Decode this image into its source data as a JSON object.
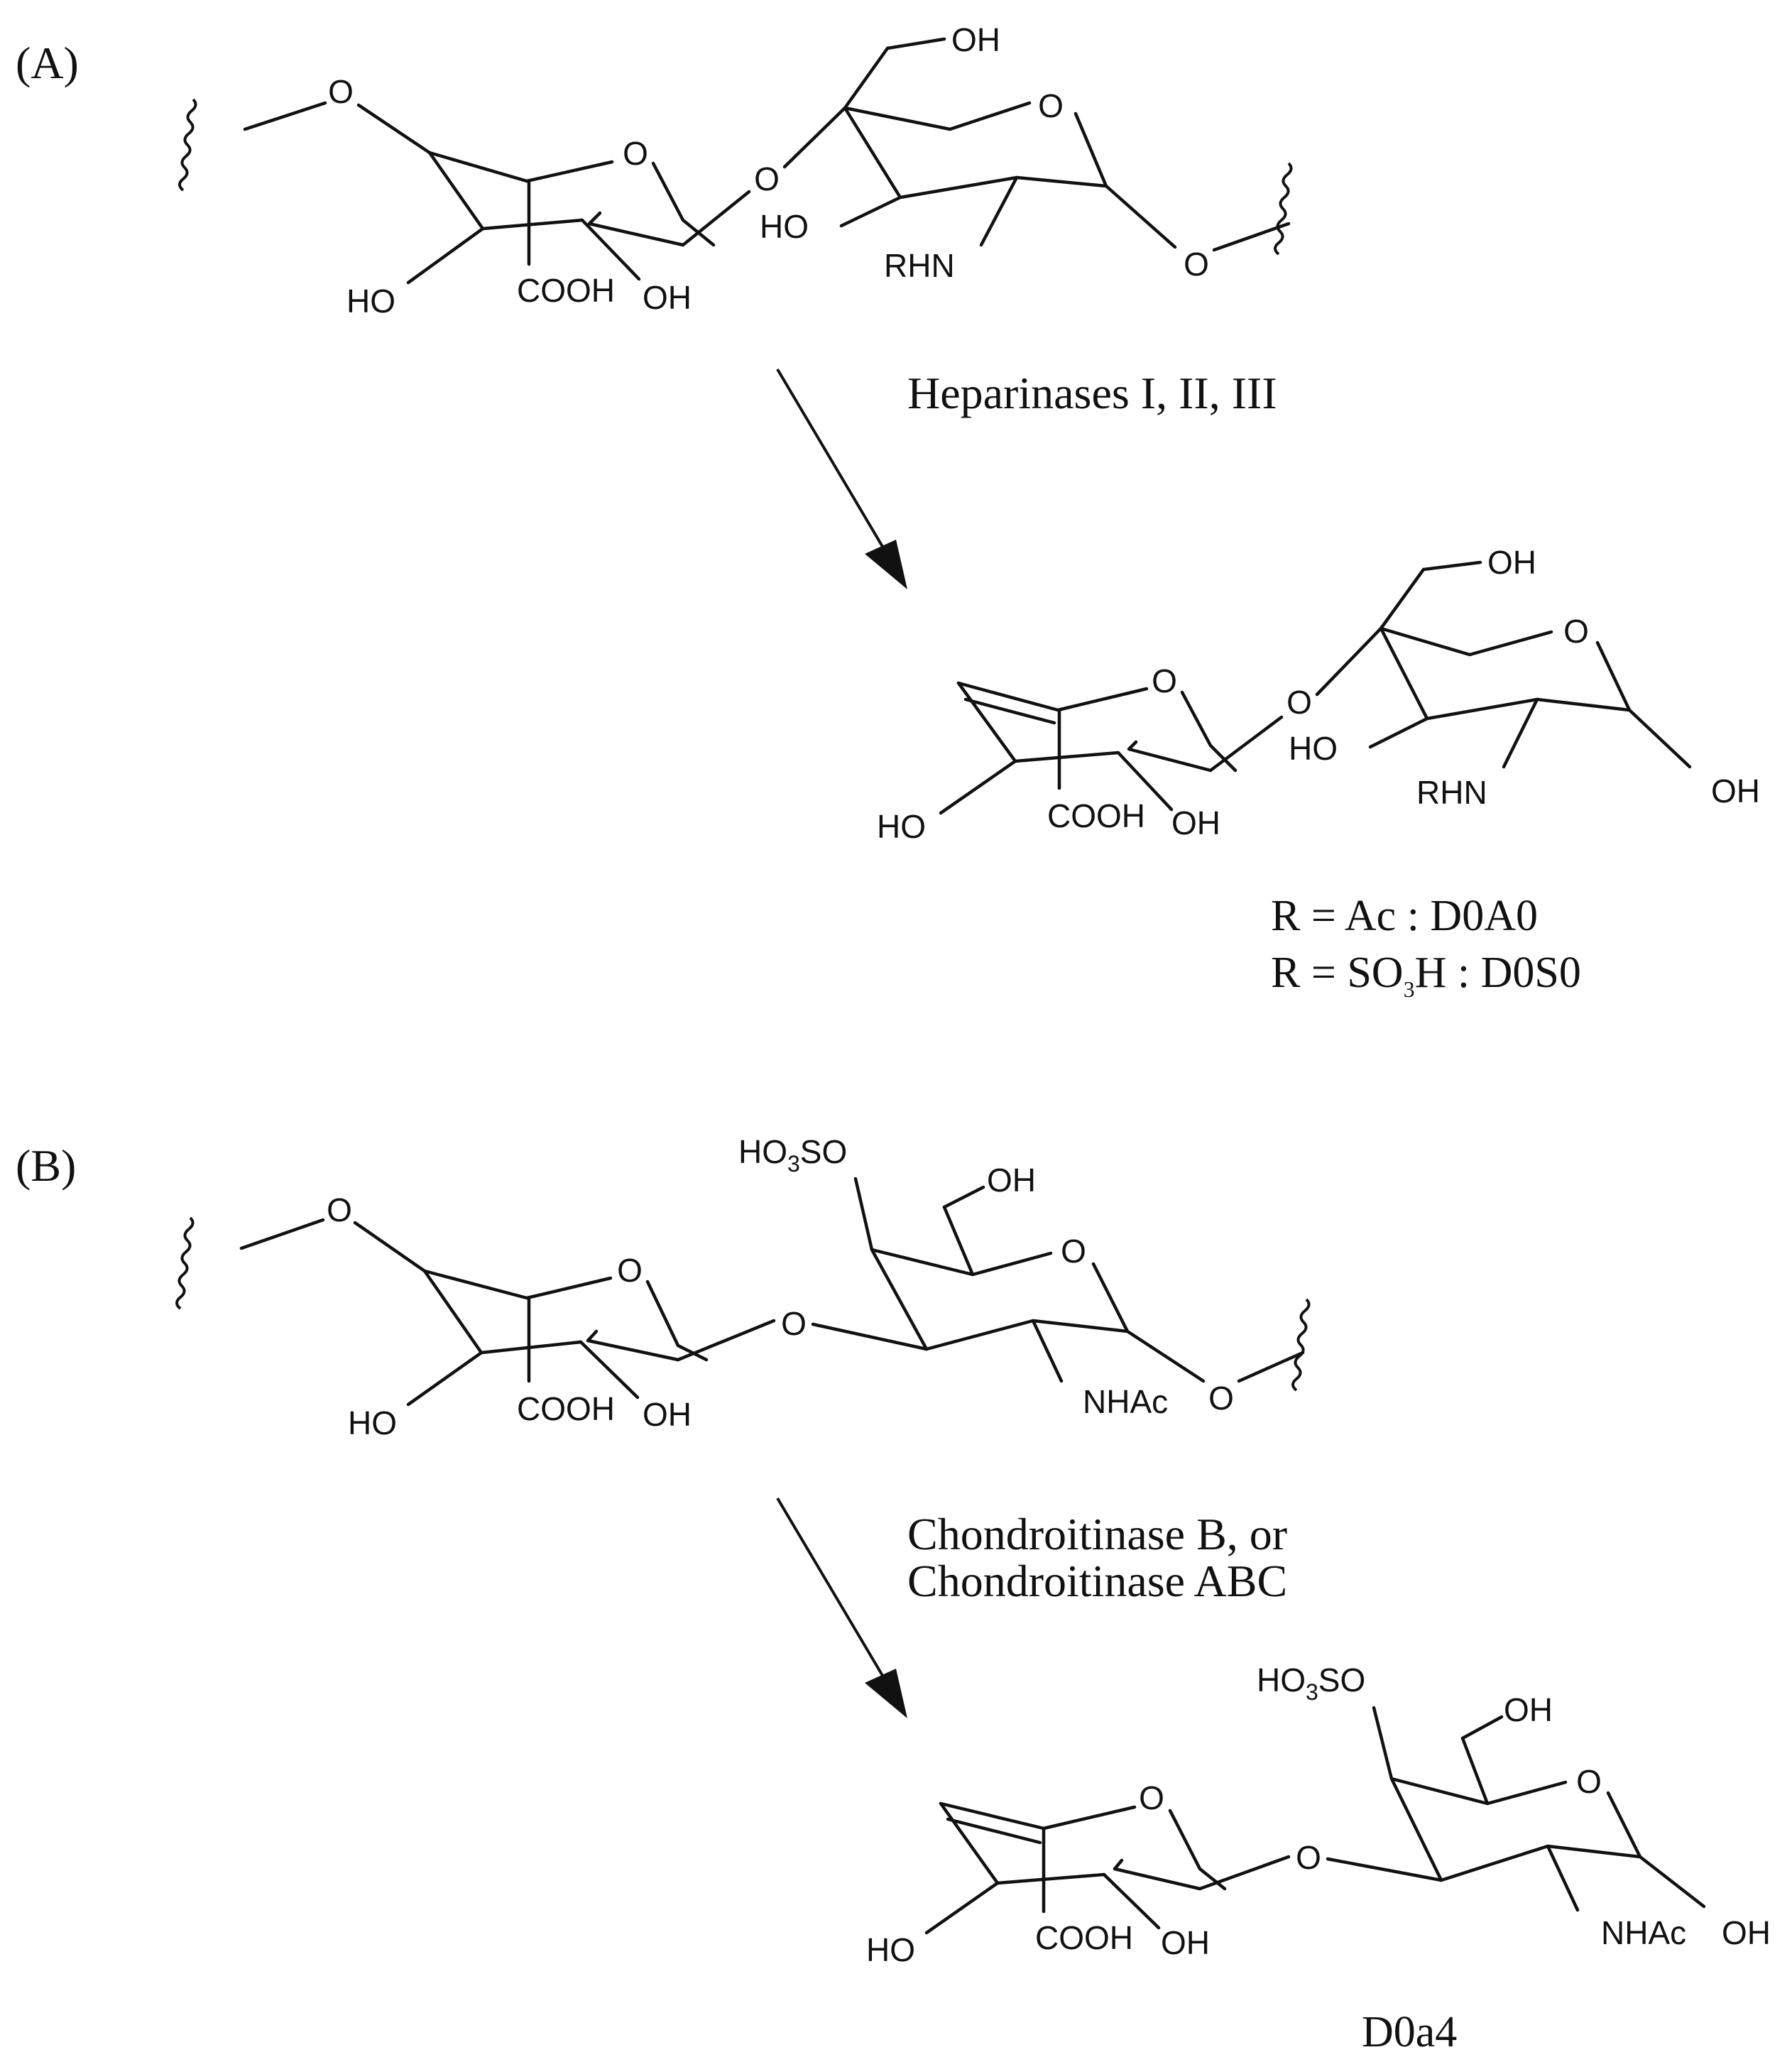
{
  "panels": {
    "a": {
      "label": "(A)",
      "enzyme": "Heparinases I, II, III",
      "r_definitions": [
        {
          "text": "R = Ac : D0A0"
        },
        {
          "prefix": "R = SO",
          "subscript": "3",
          "suffix": "H : D0S0"
        }
      ]
    },
    "b": {
      "label": "(B)",
      "enzyme_lines": [
        "Chondroitinase B, or",
        "Chondroitinase ABC"
      ],
      "product_name": "D0a4"
    }
  },
  "atoms": {
    "o": "O",
    "oh": "OH",
    "ho": "HO",
    "cooh": "COOH",
    "rhn": "RHN",
    "nhac": "NHAc",
    "ho3so_prefix": "HO",
    "ho3so_sub": "3",
    "ho3so_suffix": "SO"
  },
  "colors": {
    "ink": "#111111",
    "background": "#ffffff"
  }
}
